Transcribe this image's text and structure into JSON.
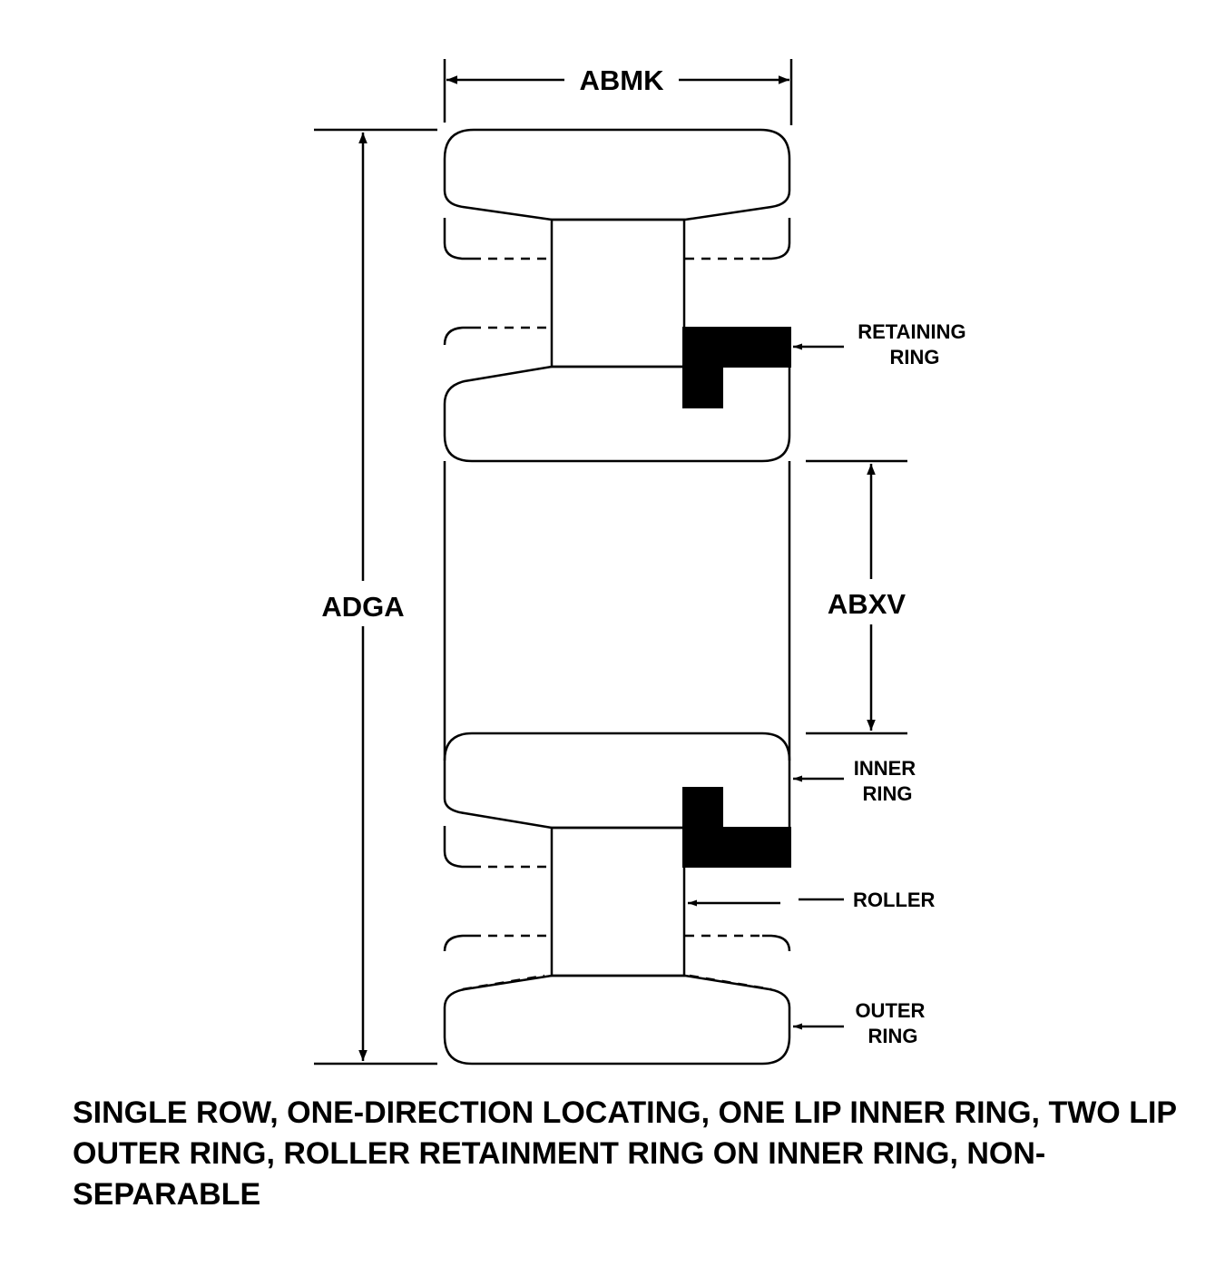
{
  "dimensions": {
    "width_label": "ABMK",
    "outer_diameter_label": "ADGA",
    "bore_label": "ABXV"
  },
  "callouts": {
    "retaining_ring": [
      "RETAINING",
      "RING"
    ],
    "inner_ring": [
      "INNER",
      "RING"
    ],
    "roller": "ROLLER",
    "outer_ring": [
      "OUTER",
      "RING"
    ]
  },
  "caption": "SINGLE ROW, ONE-DIRECTION LOCATING, ONE LIP INNER RING, TWO LIP OUTER RING, ROLLER RETAINMENT RING ON INNER RING, NON-SEPARABLE",
  "colors": {
    "ink": "#000000",
    "background": "#ffffff"
  }
}
